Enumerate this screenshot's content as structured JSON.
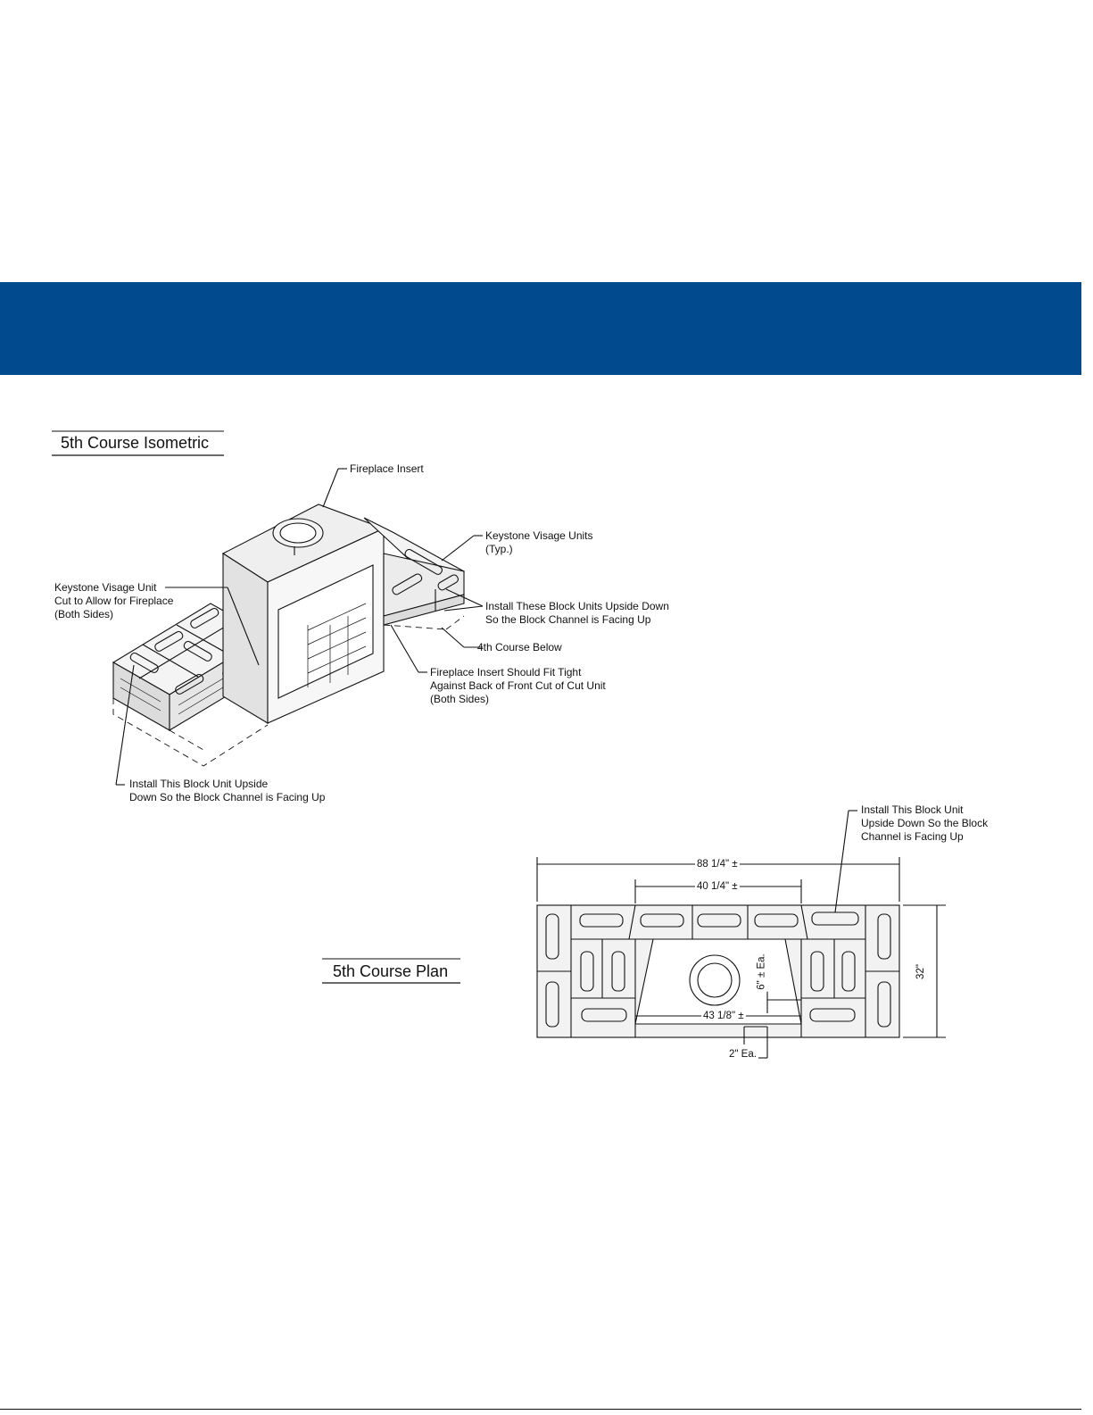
{
  "page": {
    "banner_color": "#004a8d"
  },
  "isometric": {
    "title": "5th Course Isometric",
    "callouts": {
      "fireplace_insert": "Fireplace Insert",
      "visage_units": [
        "Keystone Visage Units",
        "(Typ.)"
      ],
      "cut_unit": [
        "Keystone Visage Unit",
        "Cut to Allow for Fireplace",
        "(Both Sides)"
      ],
      "upside_down_units": [
        "Install These Block Units Upside Down",
        "So the Block Channel is Facing Up"
      ],
      "course_below": "4th Course Below",
      "fit_tight": [
        "Fireplace Insert Should Fit Tight",
        "Against Back of Front Cut of Cut Unit",
        "(Both Sides)"
      ],
      "upside_down_unit": [
        "Install This Block Unit Upside",
        "Down So the Block Channel is Facing Up"
      ]
    }
  },
  "plan": {
    "title": "5th Course Plan",
    "callout": [
      "Install This Block Unit",
      "Upside Down So the Block",
      "Channel is Facing Up"
    ],
    "dimensions": {
      "overall_width": "88 1/4\" ±",
      "center_width": "40 1/4\" ±",
      "opening_width": "43 1/8\" ±",
      "depth": "32\"",
      "setback": "6\" ± Ea.",
      "gap": "2\" Ea."
    }
  }
}
